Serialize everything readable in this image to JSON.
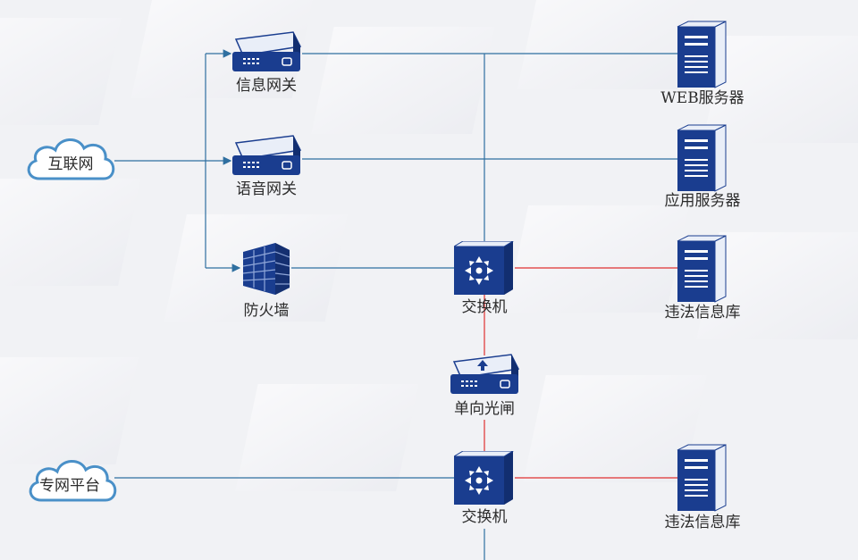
{
  "nodes": {
    "internet": "互联网",
    "private_network": "专网平台",
    "info_gateway": "信息网关",
    "voice_gateway": "语音网关",
    "firewall": "防火墙",
    "switch_top": "交换机",
    "oneway_gateway": "单向光闸",
    "switch_bottom": "交换机",
    "web_server": "WEB服务器",
    "app_server": "应用服务器",
    "violation_db_top": "违法信息库",
    "violation_db_bottom": "违法信息库"
  },
  "colors": {
    "line_blue": "#2f6fa0",
    "line_red": "#e03030",
    "device_dark": "#1a3d8f",
    "device_light": "#ffffff",
    "cloud_stroke": "#4a90c8"
  }
}
